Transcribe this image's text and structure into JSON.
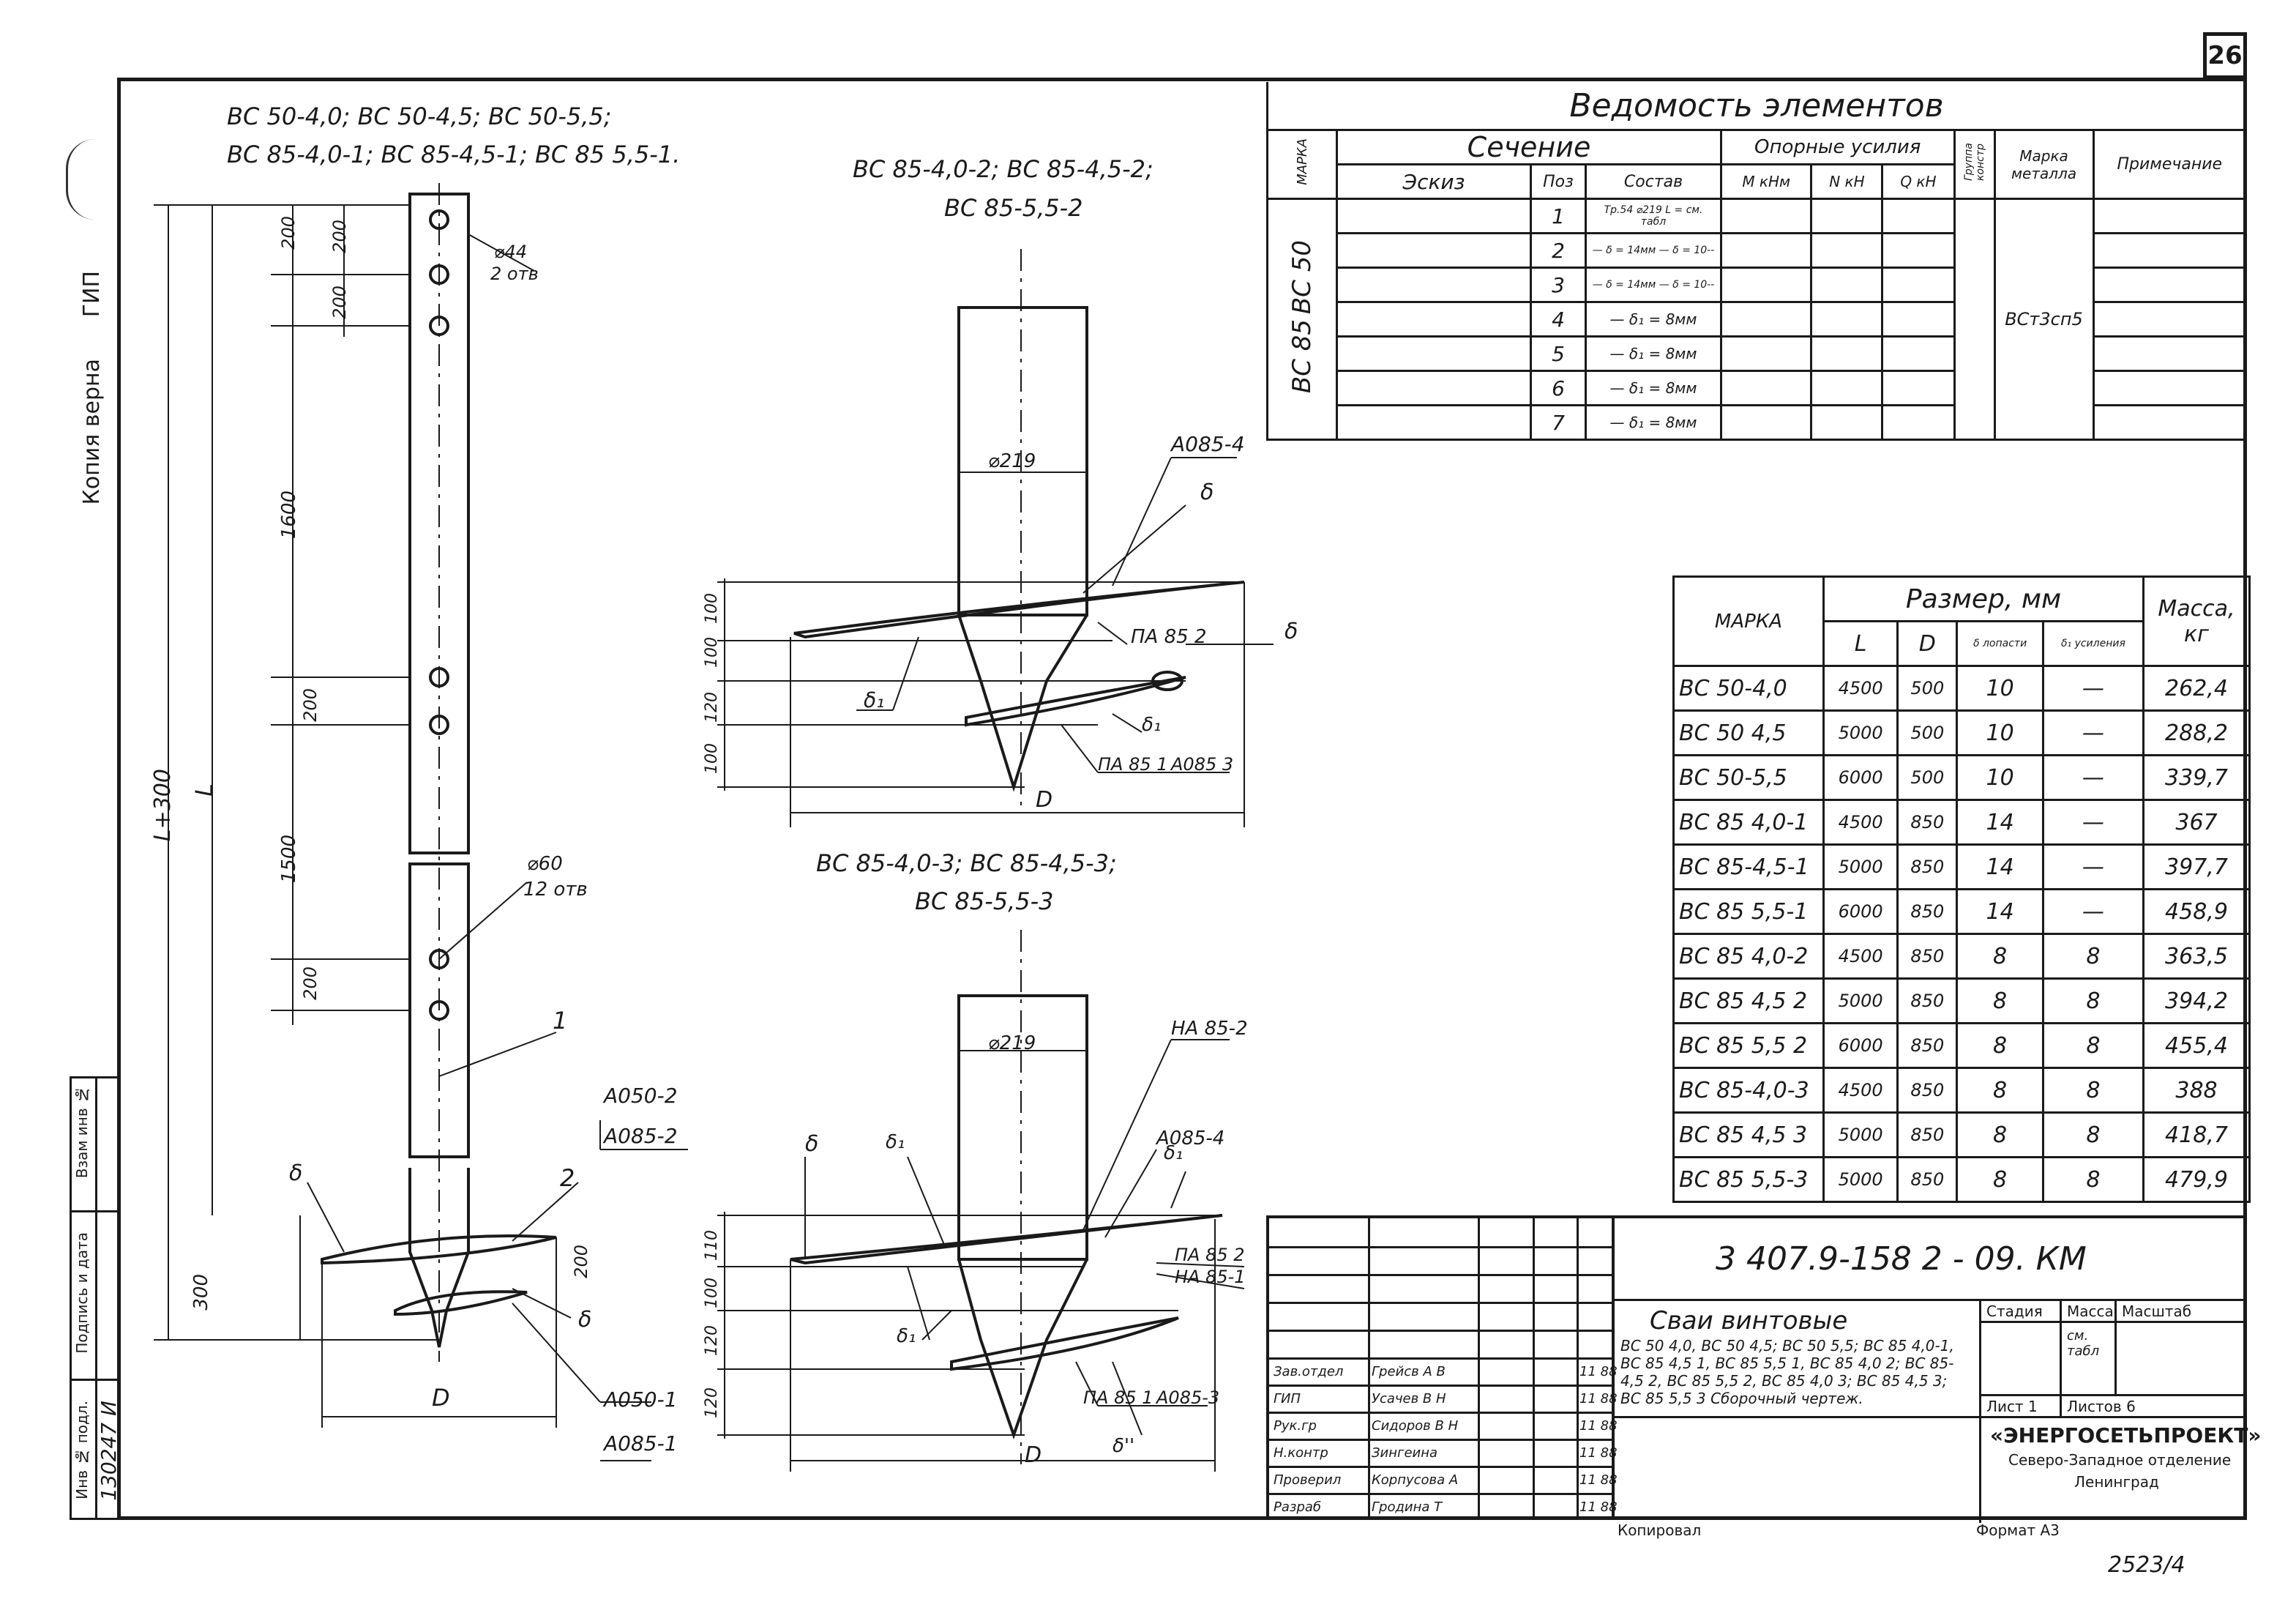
{
  "sheet_number": "26",
  "left_margin": {
    "copy_note": "Копия верна",
    "gip": "ГИП",
    "inv_no_label": "Инв № подл.",
    "inv_no_value": "130247 И",
    "signature_date": "Подпись и дата",
    "replacing": "Взам инв №"
  },
  "view1": {
    "title_line1": "ВС 50-4,0; ВС 50-4,5; ВС 50-5,5;",
    "title_line2": "ВС 85-4,0-1; ВС 85-4,5-1; ВС 85 5,5-1.",
    "dim_200a": "200",
    "dim_200b": "200",
    "dim_200c": "200",
    "dim_200d": "200",
    "dim_200e": "200",
    "dim_1600": "1600",
    "dim_1500": "1500",
    "dim_L": "L",
    "dim_L300": "L+300",
    "dim_300": "300",
    "hole1_dia": "⌀44",
    "hole1_count": "2 отв",
    "hole2_dia": "⌀60",
    "hole2_count": "12 отв",
    "pos1": "1",
    "pos2": "2",
    "delta_a": "δ",
    "delta_b": "δ",
    "a050_2": "А050-2",
    "a085_2": "А085-2",
    "a050_1": "А050-1",
    "a085_1": "А085-1",
    "diam_D": "D"
  },
  "view2": {
    "title_line1": "ВС 85-4,0-2; ВС 85-4,5-2;",
    "title_line2": "ВС 85-5,5-2",
    "pipe_dia": "⌀219",
    "a085_4": "А085-4",
    "delta": "δ",
    "delta2": "δ",
    "delta1": "δ₁",
    "delta1b": "δ₁",
    "pa85_2": "ПА 85 2",
    "pa85_1": "ПА 85 1",
    "a085_3": "А085 3",
    "d100a": "100",
    "d100b": "100",
    "d120": "120",
    "d100c": "100",
    "diam_D": "D"
  },
  "view3": {
    "title_line1": "ВС 85-4,0-3; ВС 85-4,5-3;",
    "title_line2": "ВС 85-5,5-3",
    "pipe_dia": "⌀219",
    "na85_2": "НА 85-2",
    "a085_4": "А085-4",
    "delta": "δ",
    "delta1": "δ₁",
    "delta2": "δ₁",
    "delta3": "δ₁",
    "delta4": "δ''",
    "pa85_2": "ПА 85 2",
    "na85_1": "НА 85-1",
    "pa85_1": "ПА 85 1",
    "a085_3": "А085-3",
    "d110": "110",
    "d100": "100",
    "d120": "120",
    "d120b": "120",
    "diam_D": "D"
  },
  "elements_table": {
    "title": "Ведомость элементов",
    "h_mark": "МАРКА",
    "h_section": "Сечение",
    "h_node": "Эскиз",
    "h_pos": "Поз",
    "h_comp": "Состав",
    "h_forces": "Опорные усилия",
    "h_M": "M кНм",
    "h_N": "N кН",
    "h_Q": "Q кН",
    "h_group": "Группа констр",
    "h_steel": "Марка металла",
    "h_note": "Примечание",
    "mark_value_1": "ВС 50",
    "mark_value_2": "ВС 85",
    "steel_value": "ВСт3сп5",
    "rows": [
      {
        "pos": "1",
        "comp": "Тр.54 ⌀219 L = см. табл"
      },
      {
        "pos": "2",
        "comp": "— δ = 14мм — δ = 10--"
      },
      {
        "pos": "3",
        "comp": "— δ = 14мм — δ = 10--"
      },
      {
        "pos": "4",
        "comp": "— δ₁ = 8мм"
      },
      {
        "pos": "5",
        "comp": "— δ₁ = 8мм"
      },
      {
        "pos": "6",
        "comp": "— δ₁ = 8мм"
      },
      {
        "pos": "7",
        "comp": "— δ₁ = 8мм"
      }
    ]
  },
  "sizes_table": {
    "h_mark": "МАРКА",
    "h_size": "Размер, мм",
    "h_mass": "Масса, кг",
    "h_L": "L",
    "h_D": "D",
    "h_blade": "δ лопасти",
    "h_blade1": "δ₁ усиления",
    "rows": [
      {
        "mark": "ВС 50-4,0",
        "L": "4500",
        "D": "500",
        "b": "10",
        "b1": "—",
        "mass": "262,4"
      },
      {
        "mark": "ВС 50 4,5",
        "L": "5000",
        "D": "500",
        "b": "10",
        "b1": "—",
        "mass": "288,2"
      },
      {
        "mark": "ВС 50-5,5",
        "L": "6000",
        "D": "500",
        "b": "10",
        "b1": "—",
        "mass": "339,7"
      },
      {
        "mark": "ВС 85 4,0-1",
        "L": "4500",
        "D": "850",
        "b": "14",
        "b1": "—",
        "mass": "367"
      },
      {
        "mark": "ВС 85-4,5-1",
        "L": "5000",
        "D": "850",
        "b": "14",
        "b1": "—",
        "mass": "397,7"
      },
      {
        "mark": "ВС 85 5,5-1",
        "L": "6000",
        "D": "850",
        "b": "14",
        "b1": "—",
        "mass": "458,9"
      },
      {
        "mark": "ВС 85 4,0-2",
        "L": "4500",
        "D": "850",
        "b": "8",
        "b1": "8",
        "mass": "363,5"
      },
      {
        "mark": "ВС 85 4,5 2",
        "L": "5000",
        "D": "850",
        "b": "8",
        "b1": "8",
        "mass": "394,2"
      },
      {
        "mark": "ВС 85 5,5 2",
        "L": "6000",
        "D": "850",
        "b": "8",
        "b1": "8",
        "mass": "455,4"
      },
      {
        "mark": "ВС 85-4,0-3",
        "L": "4500",
        "D": "850",
        "b": "8",
        "b1": "8",
        "mass": "388"
      },
      {
        "mark": "ВС 85 4,5 3",
        "L": "5000",
        "D": "850",
        "b": "8",
        "b1": "8",
        "mass": "418,7"
      },
      {
        "mark": "ВС 85 5,5-3",
        "L": "5000",
        "D": "850",
        "b": "8",
        "b1": "8",
        "mass": "479,9"
      }
    ]
  },
  "title_block": {
    "doc_code": "3 407.9-158 2 - 09. КМ",
    "name_line1": "Сваи винтовые",
    "name_line2": "ВС 50 4,0, ВС 50 4,5; ВС 50 5,5; ВС 85 4,0-1,",
    "name_line3": "ВС 85 4,5 1, ВС 85 5,5 1, ВС 85 4,0 2; ВС 85-",
    "name_line4": "4,5 2, ВС 85 5,5 2, ВС 85 4,0 3; ВС 85 4,5 3;",
    "name_line5": "ВС 85 5,5 3 Сборочный чертеж.",
    "stage_label": "Стадия",
    "mass_label": "Масса",
    "scale_label": "Масштаб",
    "mass_value": "см. табл",
    "sheet_label": "Лист 1",
    "sheets_label": "Листов 6",
    "org_line1": "«ЭНЕРГОСЕТЬПРОЕКТ»",
    "org_line2": "Северо-Западное отделение",
    "org_line3": "Ленинград",
    "roles": [
      {
        "role": "Зав.отдел",
        "name": "Грейсв А В",
        "date": "11 88"
      },
      {
        "role": "ГИП",
        "name": "Усачев В Н",
        "date": "11 88"
      },
      {
        "role": "Рук.гр",
        "name": "Сидоров В Н",
        "date": "11 88"
      },
      {
        "role": "Н.контр",
        "name": "Зингеина",
        "date": "11 88"
      },
      {
        "role": "Проверил",
        "name": "Корпусова А",
        "date": "11 88"
      },
      {
        "role": "Разраб",
        "name": "Гродина Т",
        "date": "11 88"
      }
    ],
    "copied": "Копировал",
    "format": "Формат А3"
  },
  "bottom_number": "2523/4"
}
